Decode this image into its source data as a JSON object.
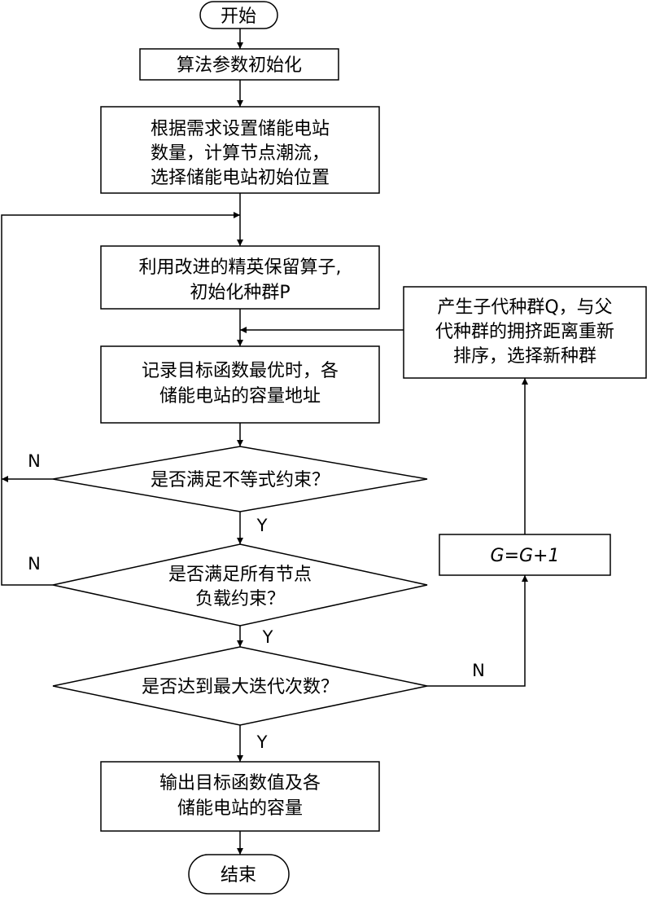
{
  "nodes": {
    "start": "开始",
    "init": "算法参数初始化",
    "setup": [
      "根据需求设置储能电站",
      "数量，计算节点潮流，",
      "选择储能电站初始位置"
    ],
    "elite": [
      "利用改进的精英保留算子,",
      "初始化种群P"
    ],
    "record": [
      "记录目标函数最优时，各",
      "储能电站的容量地址"
    ],
    "d1": "是否满足不等式约束？",
    "d2": [
      "是否满足所有节点",
      "负载约束？"
    ],
    "d3": "是否达到最大迭代次数？",
    "output": [
      "输出目标函数值及各",
      "储能电站的容量"
    ],
    "end": "结束",
    "offspring": [
      "产生子代种群Q，与父",
      "代种群的拥挤距离重新",
      "排序，选择新种群"
    ],
    "incr": "G=G+1"
  },
  "labels": {
    "d1_no": "N",
    "d1_yes": "Y",
    "d2_no": "N",
    "d2_yes": "Y",
    "d3_no": "N",
    "d3_yes": "Y"
  }
}
